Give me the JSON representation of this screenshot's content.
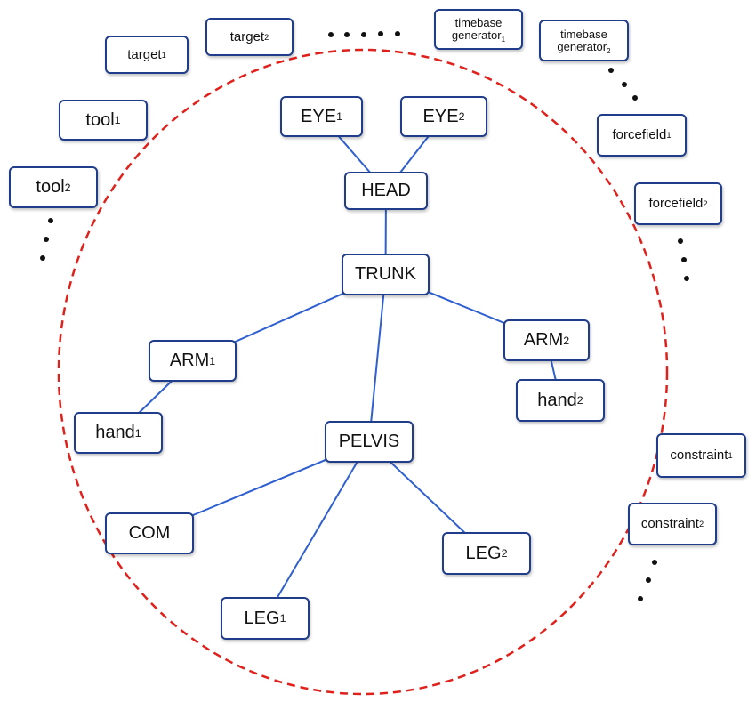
{
  "colors": {
    "node_border": "#1f3d8a",
    "edge": "#2f5fd0",
    "ellipse": "#e0201b",
    "dots": "#111111"
  },
  "nodes": {
    "eye1": {
      "text": "EYE",
      "sub": "1"
    },
    "eye2": {
      "text": "EYE",
      "sub": "2"
    },
    "head": {
      "text": "HEAD"
    },
    "trunk": {
      "text": "TRUNK"
    },
    "arm1": {
      "text": "ARM",
      "sub": "1"
    },
    "arm2": {
      "text": "ARM",
      "sub": "2"
    },
    "hand1": {
      "text": "hand",
      "sub": "1"
    },
    "hand2": {
      "text": "hand",
      "sub": "2"
    },
    "pelvis": {
      "text": "PELVIS"
    },
    "com": {
      "text": "COM"
    },
    "leg1": {
      "text": "LEG",
      "sub": "1"
    },
    "leg2": {
      "text": "LEG",
      "sub": "2"
    },
    "target1": {
      "text": "target",
      "sub": "1"
    },
    "target2": {
      "text": "target",
      "sub": "2"
    },
    "tool1": {
      "text": "tool",
      "sub": "1"
    },
    "tool2": {
      "text": "tool",
      "sub": "2"
    },
    "timebase1": {
      "line1": "timebase",
      "line2": "generator",
      "sub": "1"
    },
    "timebase2": {
      "line1": "timebase",
      "line2": "generator",
      "sub": "2"
    },
    "forcefield1": {
      "text": "forcefield",
      "sub": "1"
    },
    "forcefield2": {
      "text": "forcefield",
      "sub": "2"
    },
    "constraint1": {
      "text": "constraint",
      "sub": "1"
    },
    "constraint2": {
      "text": "constraint",
      "sub": "2"
    }
  },
  "edges": [
    [
      "eye1",
      "head"
    ],
    [
      "eye2",
      "head"
    ],
    [
      "head",
      "trunk"
    ],
    [
      "trunk",
      "arm1"
    ],
    [
      "trunk",
      "arm2"
    ],
    [
      "trunk",
      "pelvis"
    ],
    [
      "arm1",
      "hand1"
    ],
    [
      "arm2",
      "hand2"
    ],
    [
      "pelvis",
      "com"
    ],
    [
      "pelvis",
      "leg1"
    ],
    [
      "pelvis",
      "leg2"
    ]
  ]
}
